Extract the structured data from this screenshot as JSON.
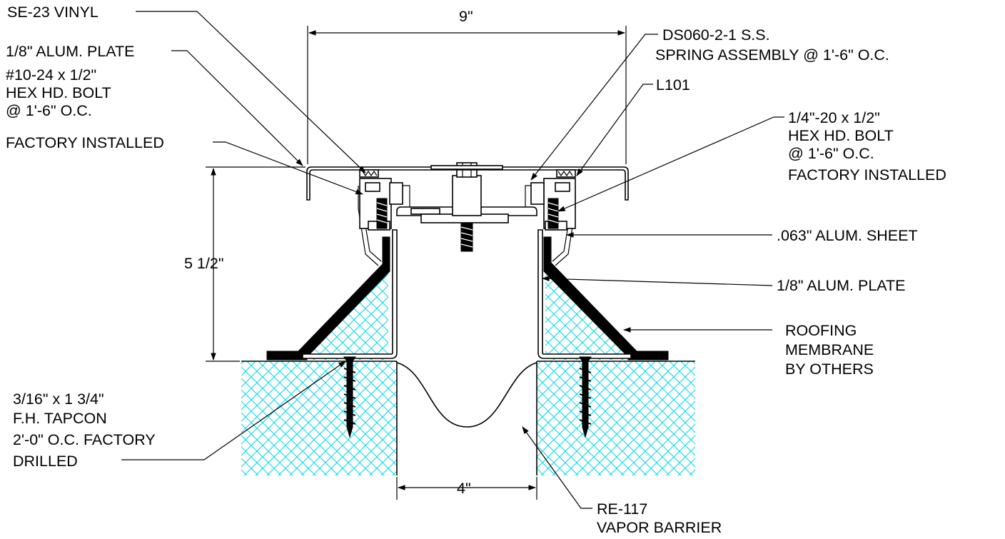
{
  "labels": {
    "se23": "SE-23 VINYL",
    "plate_top": "1/8\" ALUM. PLATE",
    "bolt_left_1": "#10-24 x 1/2\"",
    "bolt_left_2": "HEX HD. BOLT",
    "bolt_left_3": "@ 1'-6\" O.C.",
    "bolt_left_4": "FACTORY INSTALLED",
    "spring_1": "DS060-2-1 S.S.",
    "spring_2": "SPRING ASSEMBLY @ 1'-6\" O.C.",
    "l101": "L101",
    "bolt_right_1": "1/4\"-20 x 1/2\"",
    "bolt_right_2": "HEX HD. BOLT",
    "bolt_right_3": "@ 1'-6\" O.C.",
    "bolt_right_4": "FACTORY INSTALLED",
    "sheet": ".063\" ALUM. SHEET",
    "plate_side": "1/8\" ALUM. PLATE",
    "roof_1": "ROOFING",
    "roof_2": "MEMBRANE",
    "roof_3": "BY OTHERS",
    "tapcon_1": "3/16\" x 1 3/4\"",
    "tapcon_2": "F.H. TAPCON",
    "tapcon_3": "2'-0\" O.C. FACTORY",
    "tapcon_4": "DRILLED",
    "vapor_1": "RE-117",
    "vapor_2": "VAPOR BARRIER"
  },
  "dimensions": {
    "width_top": "9\"",
    "height": "5 1/2\"",
    "gap": "4\""
  },
  "colors": {
    "hatch": "#00d8e8",
    "ink": "#000000"
  }
}
